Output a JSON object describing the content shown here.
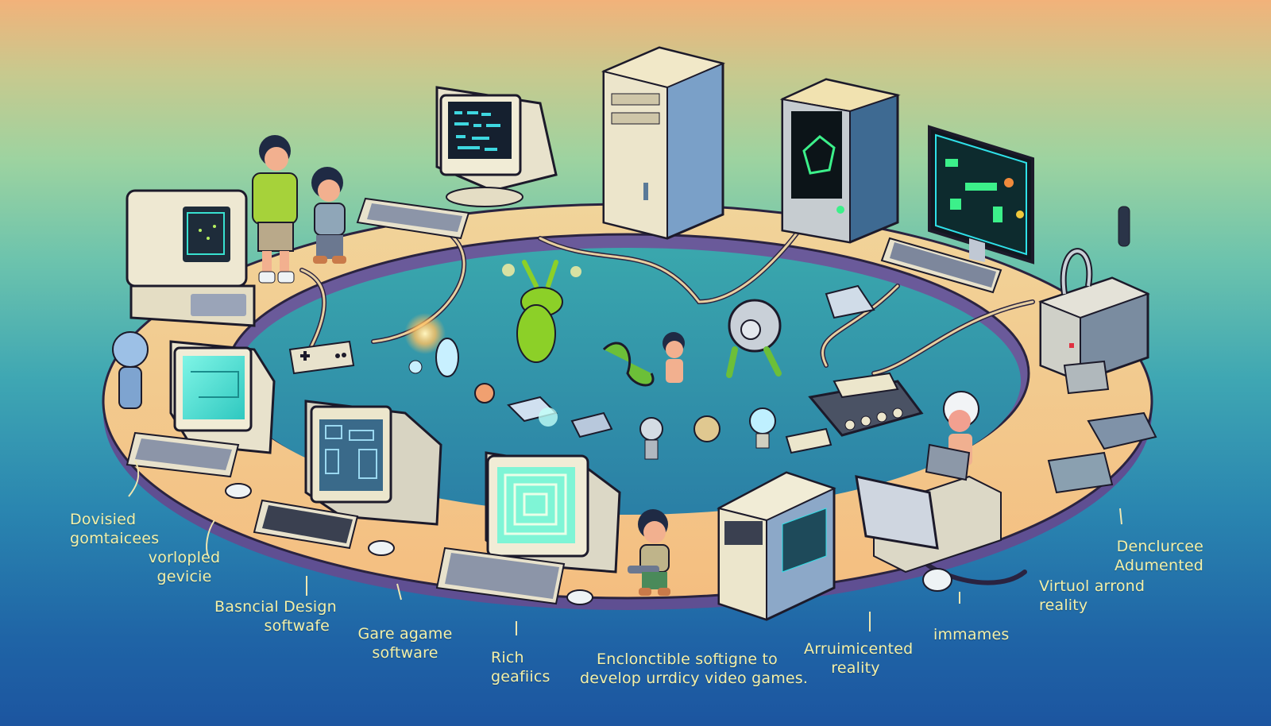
{
  "scene": {
    "description": "Isometric illustration of a ring-shaped desk holding retro and modern computers, kids with game controllers, and small game creatures in the center",
    "colors": {
      "sky_top": "#f2b27a",
      "sky_mid": "#6cc3ad",
      "sky_bottom": "#1c55a0",
      "desk_top": "#f3c98a",
      "desk_edge": "#6a5a9a",
      "inner_floor": "#2f8fa8",
      "label_text": "#f3f0a8",
      "screen_glow": "#3cf08a"
    }
  },
  "labels": [
    {
      "id": "label-1",
      "lines": [
        "Dovisied",
        "gomtaicees"
      ]
    },
    {
      "id": "label-2",
      "lines": [
        "vorlopled",
        "gevicie"
      ]
    },
    {
      "id": "label-3",
      "lines": [
        "Basncial Design",
        "softwafe"
      ]
    },
    {
      "id": "label-4",
      "lines": [
        "Gare agame",
        "software"
      ]
    },
    {
      "id": "label-5",
      "lines": [
        "Rich",
        "geafiics"
      ]
    },
    {
      "id": "label-6",
      "lines": [
        "Enclonctible softigne to",
        "develop urrdicy video games."
      ]
    },
    {
      "id": "label-7",
      "lines": [
        "Arruimicented",
        "reality"
      ]
    },
    {
      "id": "label-8",
      "lines": [
        "immames"
      ]
    },
    {
      "id": "label-9",
      "lines": [
        "Denclurcee",
        "Adumented"
      ]
    },
    {
      "id": "label-10",
      "lines": [
        "Virtuol arrond",
        "reality"
      ]
    }
  ]
}
